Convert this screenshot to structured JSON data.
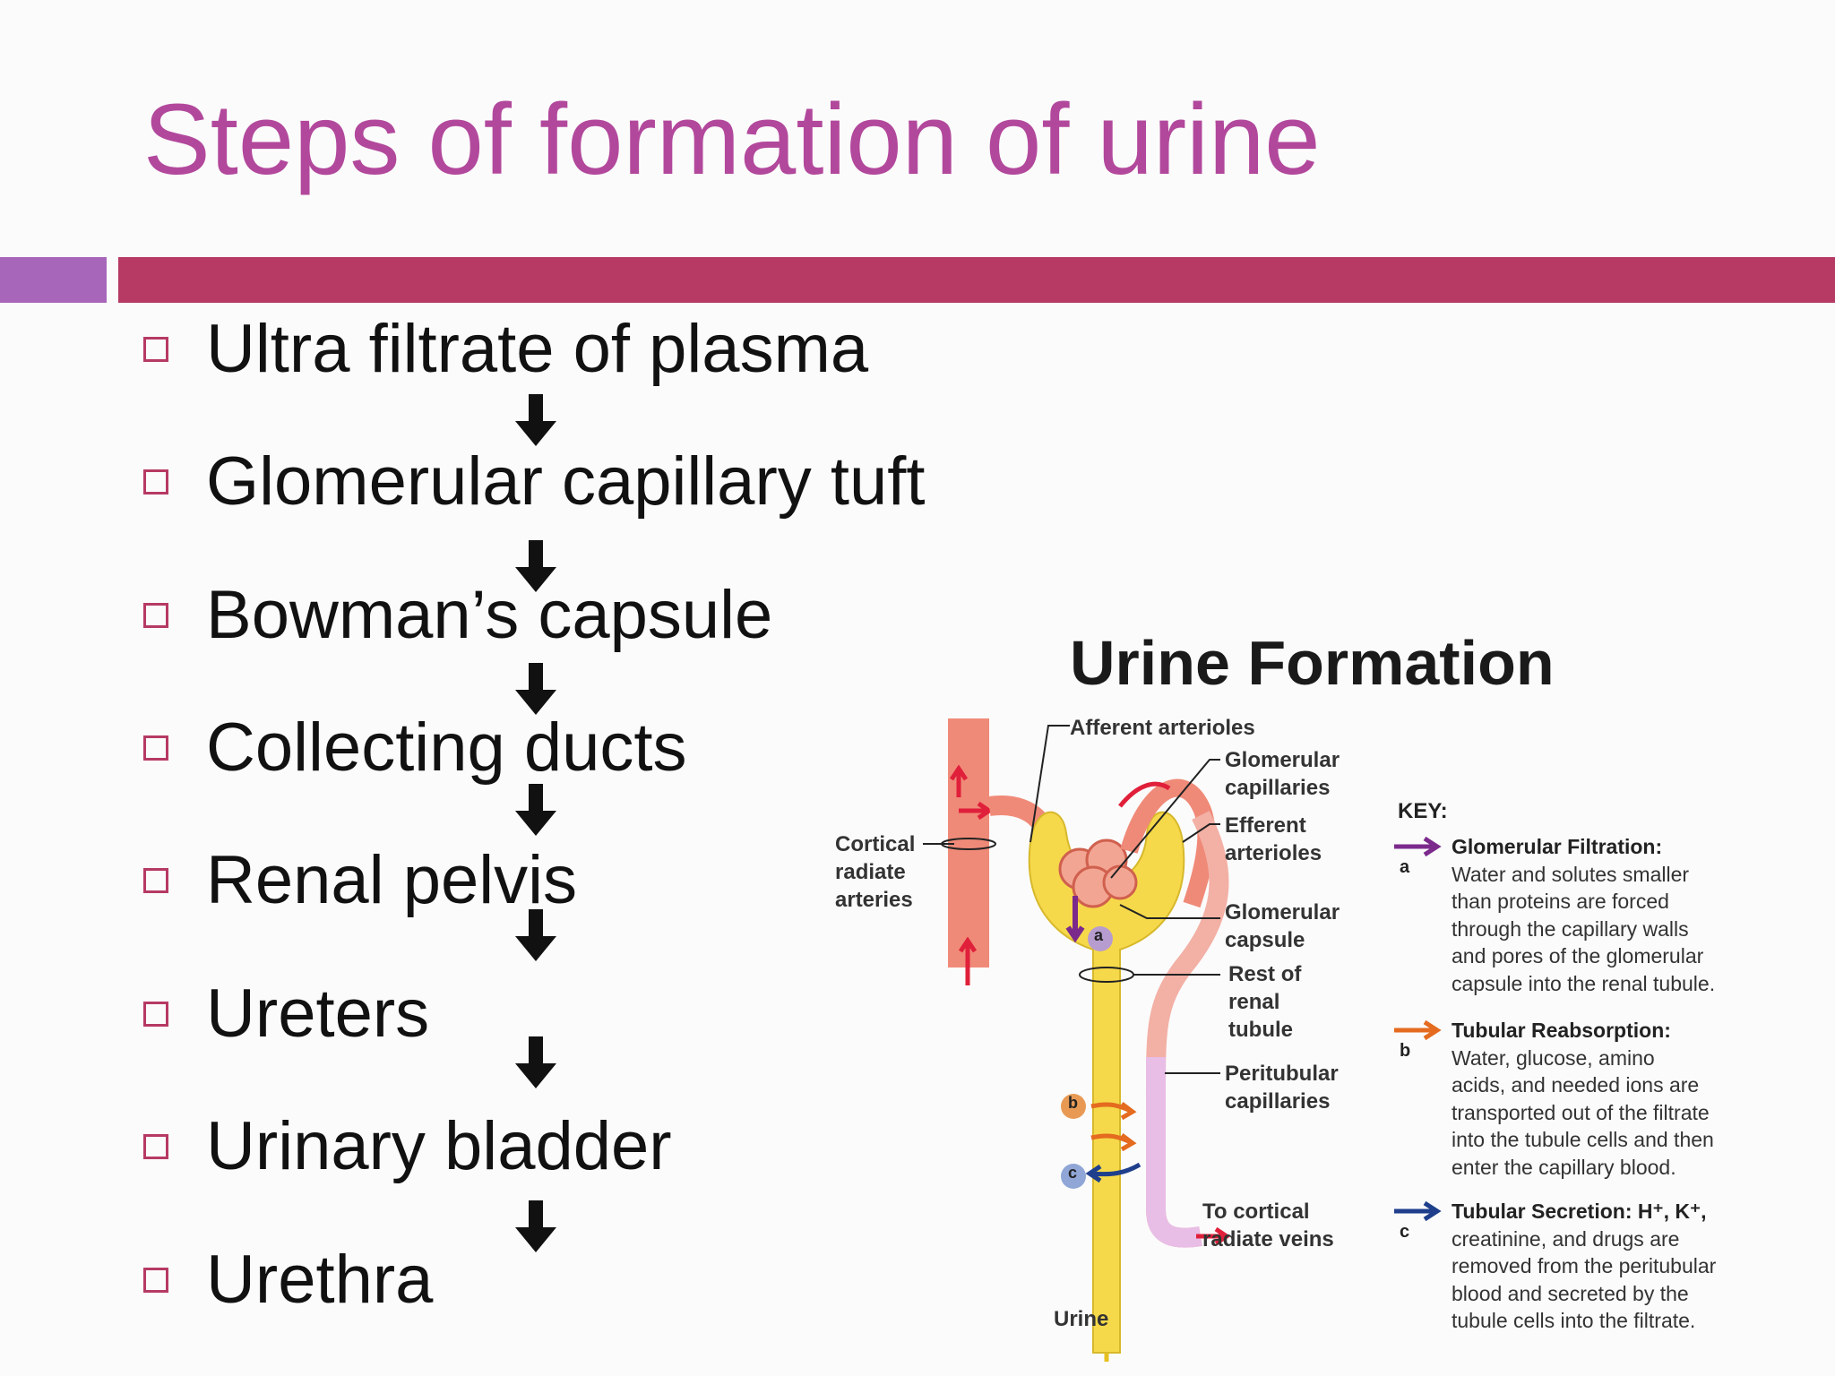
{
  "slide": {
    "title": "Steps of formation of urine",
    "steps": [
      "Ultra filtrate of plasma",
      "Glomerular capillary tuft",
      "Bowman’s capsule",
      "Collecting ducts",
      "Renal pelvis",
      "Ureters",
      "Urinary bladder",
      "Urethra"
    ]
  },
  "diagram": {
    "title": "Urine Formation",
    "labels": {
      "afferent": "Afferent arterioles",
      "glom_cap": "Glomerular\ncapillaries",
      "efferent": "Efferent\narterioles",
      "cortical_arteries": "Cortical\nradiate\narteries",
      "glom_capsule": "Glomerular\ncapsule",
      "rest_tubule": "Rest of\nrenal\ntubule",
      "peritubular": "Peritubular\ncapillaries",
      "to_veins": "To cortical\nradiate veins",
      "urine": "Urine"
    },
    "markers": [
      "a",
      "b",
      "c"
    ],
    "key": {
      "title": "KEY:",
      "items": [
        {
          "letter": "a",
          "head": "Glomerular Filtration:",
          "body": "Water and solutes smaller\nthan proteins are forced\nthrough the capillary walls\nand pores of the glomerular\ncapsule into the renal tubule.",
          "color": "#7b2a8c"
        },
        {
          "letter": "b",
          "head": "Tubular Reabsorption:",
          "body": "Water, glucose, amino\nacids, and needed ions are\ntransported out of the filtrate\ninto the tubule cells and then\nenter the capillary blood.",
          "color": "#e46b1f"
        },
        {
          "letter": "c",
          "head": "Tubular Secretion: H⁺, K⁺,",
          "body": "creatinine, and drugs are\nremoved from  the peritubular\nblood and secreted by the\ntubule cells into the filtrate.",
          "color": "#1f3f8c"
        }
      ]
    }
  },
  "colors": {
    "title": "#b2489c",
    "bar_left": "#a866bb",
    "bar_right": "#b63a63",
    "artery": "#f08a78",
    "tubule": "#f6d94a",
    "vein": "#e8bde6"
  }
}
